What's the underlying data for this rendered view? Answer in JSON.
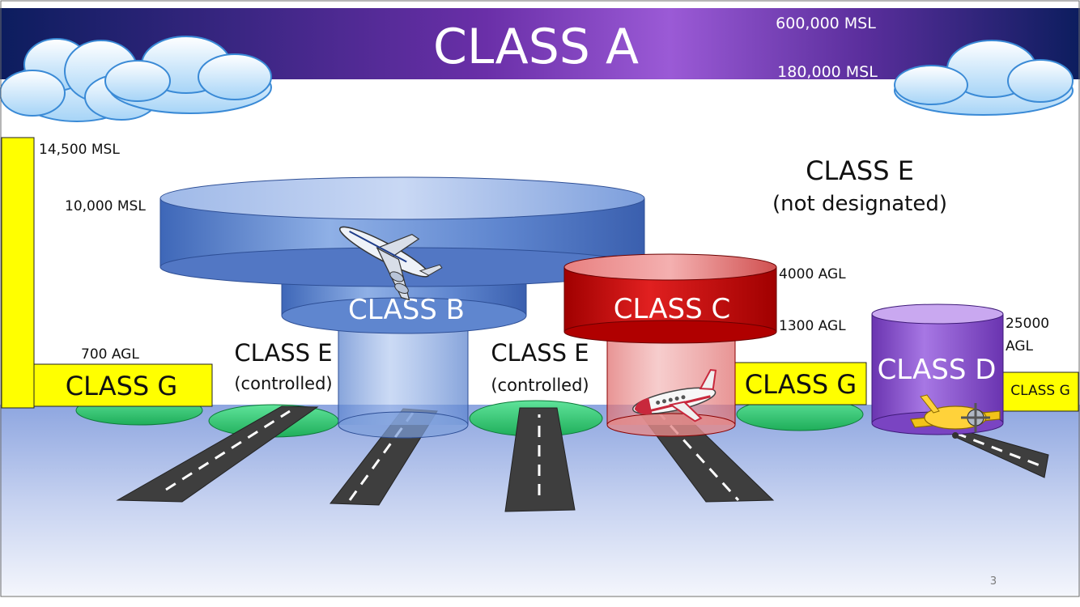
{
  "class_a": {
    "title": "CLASS A",
    "ceiling": "600,000 MSL",
    "floor": "180,000 MSL"
  },
  "altitudes": {
    "msl_14500": "14,500 MSL",
    "msl_10000": "10,000 MSL",
    "agl_700": "700 AGL",
    "agl_4000": "4000 AGL",
    "agl_1300": "1300 AGL",
    "agl_25000_line1": "25000",
    "agl_25000_line2": "AGL"
  },
  "class_e_upper": {
    "title": "CLASS E",
    "subtitle": "(not designated)"
  },
  "class_b": {
    "label": "CLASS B"
  },
  "class_c": {
    "label": "CLASS C"
  },
  "class_d": {
    "label": "CLASS D"
  },
  "class_e_left": {
    "title": "CLASS E",
    "subtitle": "(controlled)"
  },
  "class_e_center": {
    "title": "CLASS E",
    "subtitle": "(controlled)"
  },
  "class_g": {
    "left": "CLASS G",
    "middle": "CLASS G",
    "right": "CLASS G"
  },
  "colors": {
    "header_dark": "#0c1d5e",
    "header_purple": "#9b5ad6",
    "class_b_blue": "#5b82cc",
    "class_c_red": "#c00000",
    "class_d_purple": "#8a4fd0",
    "class_g_yellow": "#ffff00",
    "ground_green": "#2ecc71"
  },
  "icons": [
    "cloud-icon",
    "jet-airliner-icon",
    "small-jet-icon",
    "propeller-plane-icon"
  ],
  "page_number": "3"
}
